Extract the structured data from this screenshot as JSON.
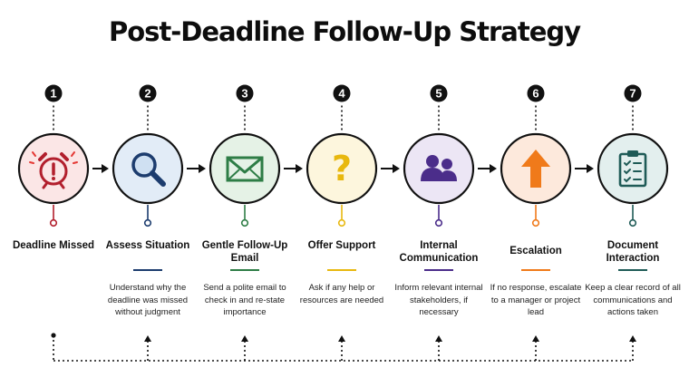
{
  "title": "Post-Deadline Follow-Up Strategy",
  "steps": [
    {
      "number": "1",
      "label": "Deadline Missed",
      "description": "",
      "icon": "alarm-clock-icon",
      "color": "#b21f2d",
      "bg": "#fbe6e6"
    },
    {
      "number": "2",
      "label": "Assess Situation",
      "description": "Understand why the deadline was missed without judgment",
      "icon": "magnifying-glass-icon",
      "color": "#1c3c6e",
      "bg": "#e2ecf7"
    },
    {
      "number": "3",
      "label": "Gentle Follow-Up Email",
      "description": "Send a polite email to check in and re-state importance",
      "icon": "envelope-icon",
      "color": "#2e7d46",
      "bg": "#e5f2e6"
    },
    {
      "number": "4",
      "label": "Offer Support",
      "description": "Ask if any help or resources are needed",
      "icon": "question-mark-icon",
      "color": "#e8b80f",
      "bg": "#fdf6dd"
    },
    {
      "number": "5",
      "label": "Internal Communication",
      "description": "Inform relevant internal stakeholders, if necessary",
      "icon": "people-icon",
      "color": "#4b2d8a",
      "bg": "#ece6f5"
    },
    {
      "number": "6",
      "label": "Escalation",
      "description": "If no response, escalate to a manager or project lead",
      "icon": "arrow-up-icon",
      "color": "#f07a1a",
      "bg": "#fde9dc"
    },
    {
      "number": "7",
      "label": "Document Interaction",
      "description": "Keep a clear record of all communications and actions taken",
      "icon": "clipboard-checklist-icon",
      "color": "#1f5b57",
      "bg": "#e3efee"
    }
  ]
}
